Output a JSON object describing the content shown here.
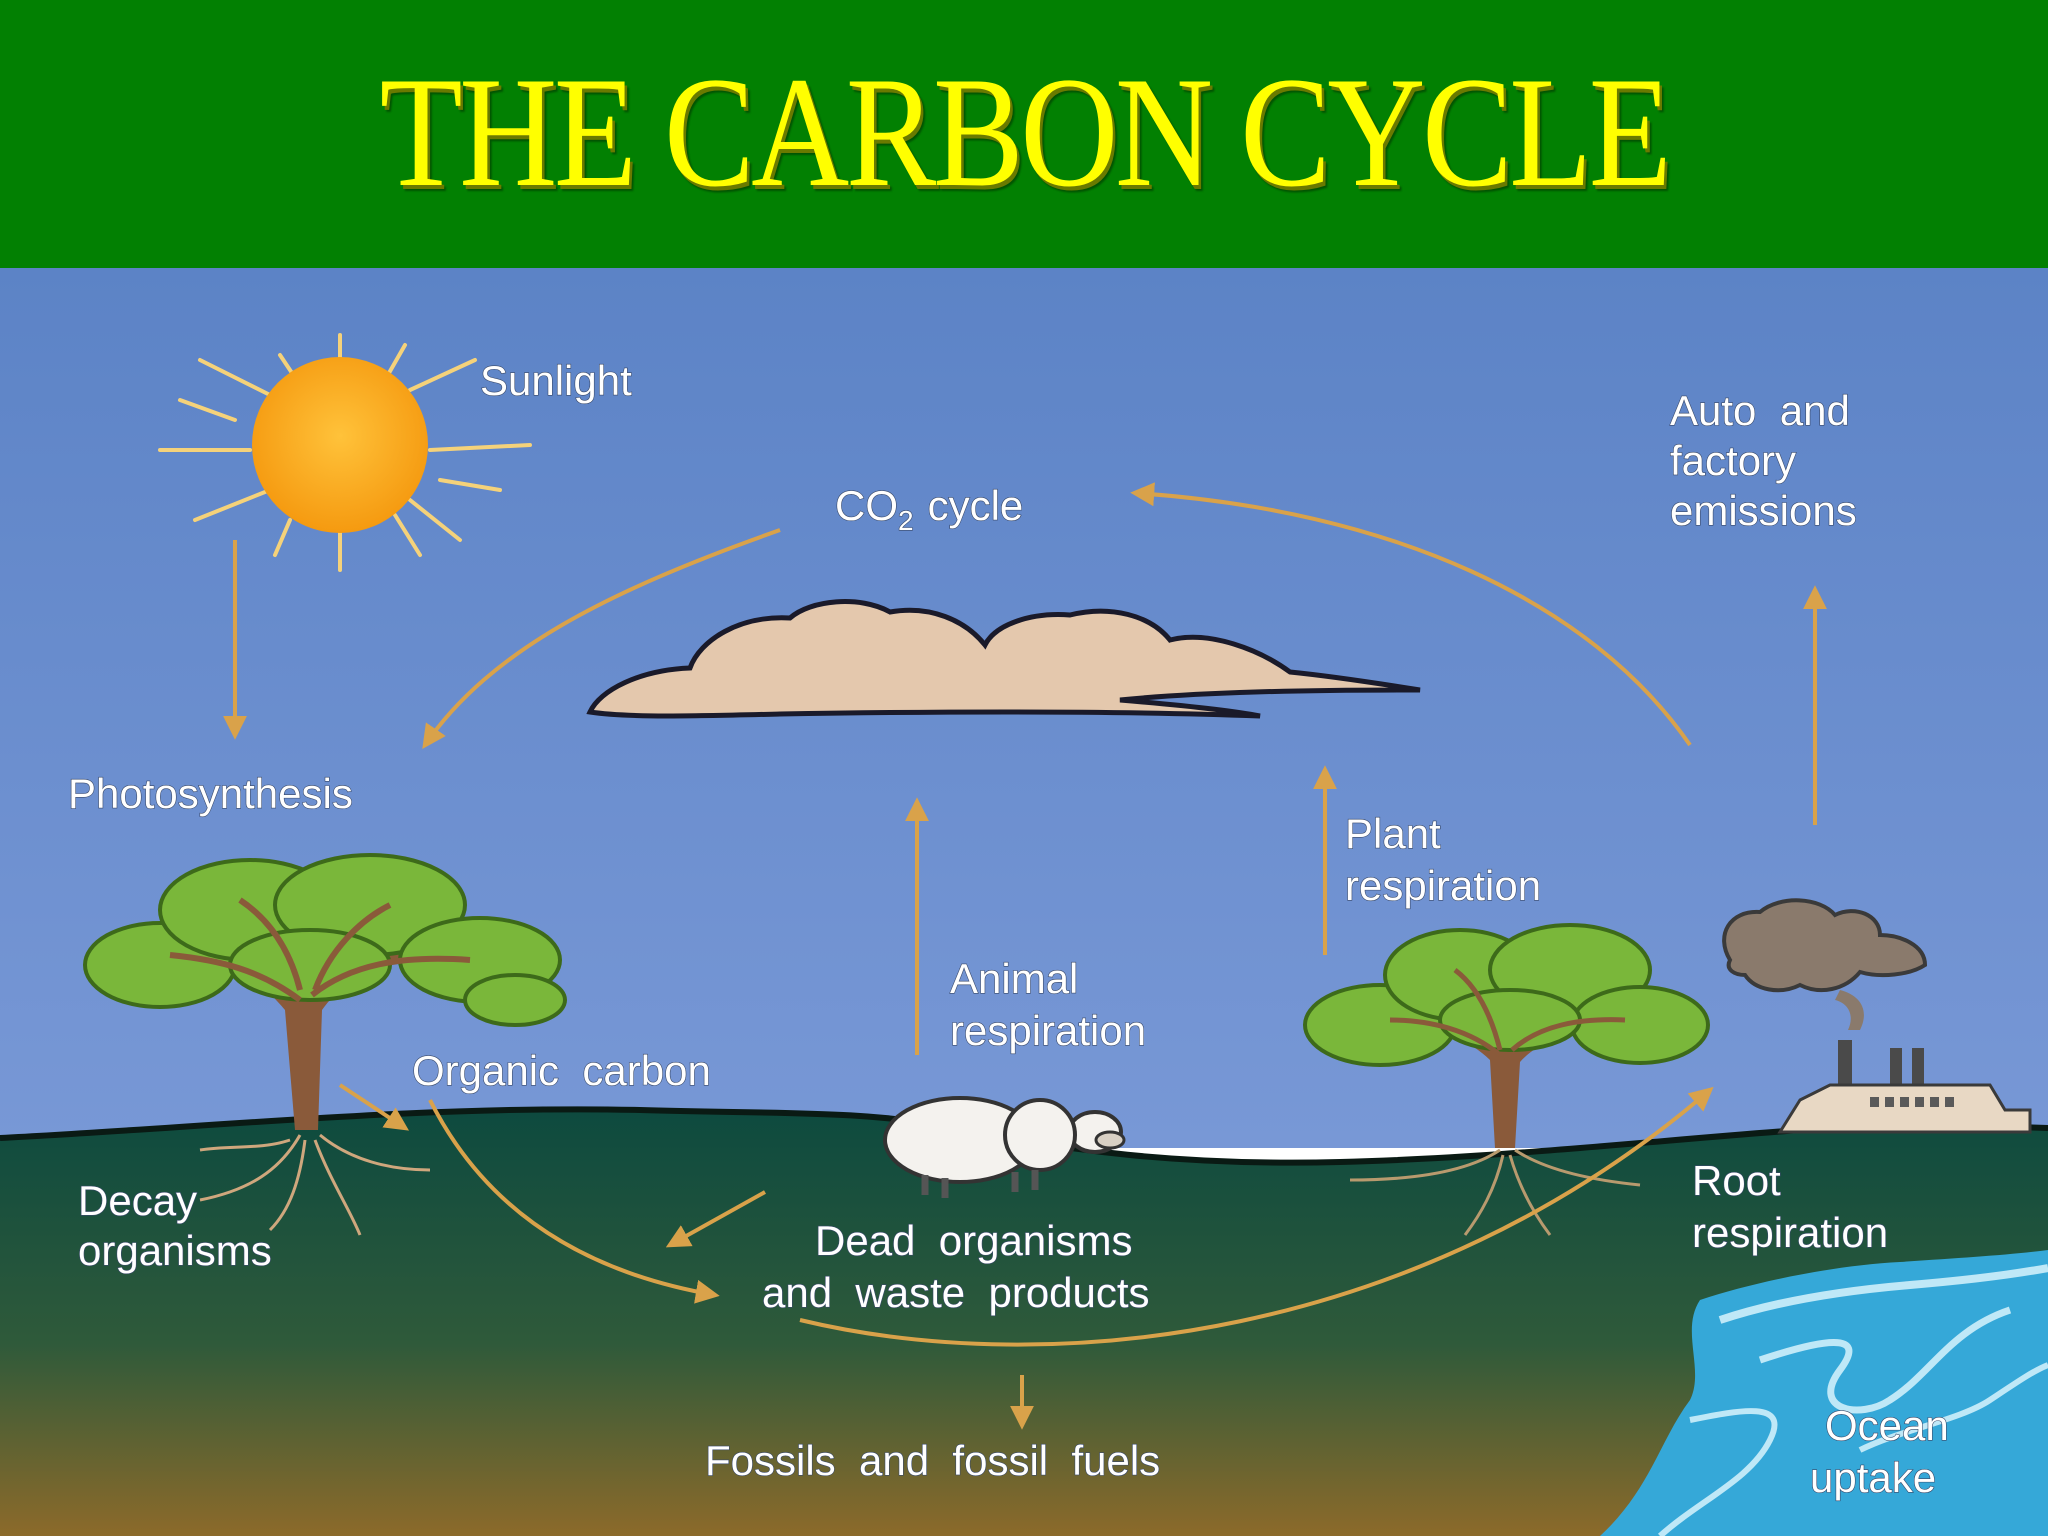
{
  "title": "THE CARBON CYCLE",
  "labels": {
    "sunlight": "Sunlight",
    "co2_prefix": "CO",
    "co2_subscript": "2",
    "co2_suffix": "cycle",
    "auto_emissions_line1": "Auto  and",
    "auto_emissions_line2": "factory",
    "auto_emissions_line3": "emissions",
    "photosynthesis": "Photosynthesis",
    "plant_respiration_line1": "Plant",
    "plant_respiration_line2": "respiration",
    "animal_respiration_line1": "Animal",
    "animal_respiration_line2": "respiration",
    "organic_carbon": "Organic  carbon",
    "decay_line1": "Decay",
    "decay_line2": "organisms",
    "dead_line1": "Dead  organisms",
    "dead_line2": "and  waste  products",
    "root_respiration_line1": "Root",
    "root_respiration_line2": "respiration",
    "fossils": "Fossils  and  fossil  fuels",
    "ocean_line1": "Ocean",
    "ocean_line2": "uptake"
  },
  "colors": {
    "banner": "#028002",
    "title": "#ffff00",
    "sky_top": "#5c83c6",
    "sky_bottom": "#7595d4",
    "ground_top": "#0e4a3e",
    "ground_bottom": "#8a6a2c",
    "arrow": "#d9a24a",
    "ocean": "#35a8d8"
  }
}
